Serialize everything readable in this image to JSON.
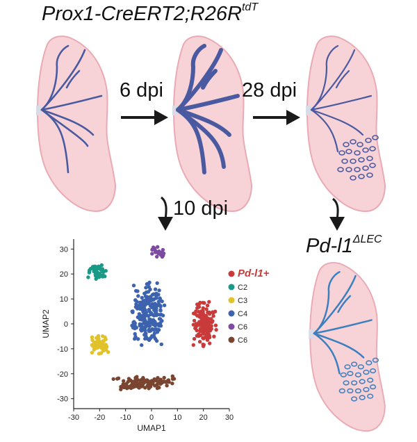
{
  "title": {
    "gene": "Prox1-CreERT2;R26R",
    "superscript": "tdT"
  },
  "steps": [
    {
      "label": "6 dpi"
    },
    {
      "label": "28 dpi"
    },
    {
      "label": "10 dpi"
    }
  ],
  "knockout": {
    "gene": "Pd-l1",
    "superscript": "ΔLEC"
  },
  "colors": {
    "node_fill": "#f7d2d6",
    "node_stroke": "#e9aab3",
    "vessel": "#4a5aa0",
    "vessel_ko": "#3c7fc0",
    "hilum": "#d9dbe6",
    "arrow": "#1a1a1a"
  },
  "icons": [
    "lymph-node-icon",
    "arrow-right-icon",
    "arrow-down-icon"
  ],
  "chart_data": {
    "type": "scatter",
    "xlabel": "UMAP1",
    "ylabel": "UMAP2",
    "xlim": [
      -30,
      30
    ],
    "ylim": [
      -34,
      34
    ],
    "xticks": [
      -30,
      -20,
      -10,
      0,
      10,
      20,
      30
    ],
    "yticks": [
      30,
      20,
      10,
      0,
      -10,
      -20,
      -30
    ],
    "grid": false,
    "legend_position": "right",
    "series": [
      {
        "name": "Pd-l1+",
        "color": "#c93a3a",
        "center": [
          20.5,
          0.5
        ],
        "spread": [
          4.5,
          9.5
        ],
        "count": 140
      },
      {
        "name": "C2",
        "color": "#1a9a86",
        "center": [
          -21,
          21
        ],
        "spread": [
          3.5,
          3
        ],
        "count": 55
      },
      {
        "name": "C3",
        "color": "#e1c22a",
        "center": [
          -20,
          -8.5
        ],
        "spread": [
          3.5,
          3.8
        ],
        "count": 55
      },
      {
        "name": "C4",
        "color": "#3d62ae",
        "center": [
          -1.5,
          4
        ],
        "spread": [
          6.5,
          13
        ],
        "count": 230
      },
      {
        "name": "C6",
        "color": "#7d4ba2",
        "center": [
          2.5,
          29
        ],
        "spread": [
          3,
          2.5
        ],
        "count": 25
      },
      {
        "name": "C6",
        "color": "#7a4530",
        "center": [
          -3,
          -23.5
        ],
        "spread": [
          12,
          2.8
        ],
        "count": 110
      }
    ]
  }
}
